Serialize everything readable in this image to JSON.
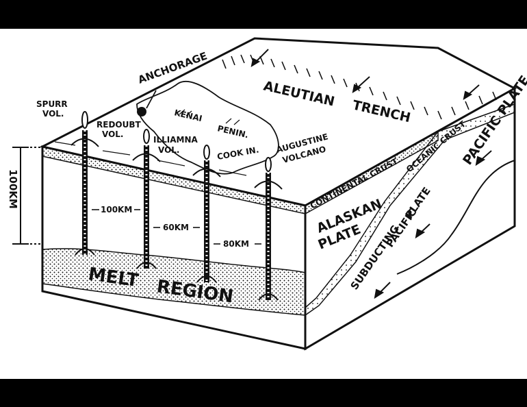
{
  "diagram": {
    "labels": {
      "anchorage": "ANCHORAGE",
      "aleutian": "ALEUTIAN",
      "trench": "TRENCH",
      "kenai": "KENAI",
      "penin": "PENIN.",
      "spurr_1": "SPURR",
      "spurr_2": "VOL.",
      "redoubt_1": "REDOUBT",
      "redoubt_2": "VOL.",
      "illiamna_1": "ILLIAMNA",
      "illiamna_2": "VOL.",
      "cook": "COOK IN.",
      "augustine_1": "AUGUSTINE",
      "augustine_2": "VOLCANO",
      "continental_crust": "CONTINENTAL CRUST",
      "oceanic_crust": "OCEANIC CRUST",
      "pacific_plate": "PACIFIC PLATE",
      "subducting": "SUBDUCTING",
      "pacific": "PACIFIC",
      "plate_lower": "PLATE",
      "alaskan": "ALASKAN",
      "plate": "PLATE",
      "depth": "100KM",
      "melt_1": "MELT",
      "melt_2": "REGION",
      "dist_1": "100KM",
      "dist_2": "60KM",
      "dist_3": "80KM"
    }
  }
}
